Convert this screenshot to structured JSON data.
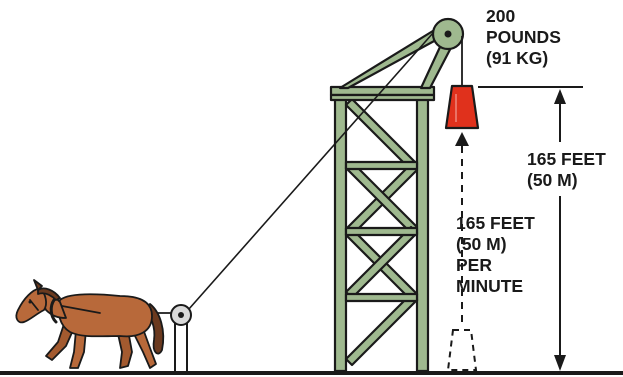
{
  "weight_label": {
    "line1": "200",
    "line2": "POUNDS",
    "line3": "(91 KG)"
  },
  "height_label": {
    "line1": "165 FEET",
    "line2": "(50 M)"
  },
  "rate_label": {
    "line1": "165 FEET",
    "line2": "(50 M)",
    "line3": "PER",
    "line4": "MINUTE"
  },
  "colors": {
    "tower_green": "#9fb98f",
    "outline": "#1a1a1a",
    "weight_red": "#e0311c",
    "horse_brown": "#b8693a",
    "horse_dark": "#6b3a1f",
    "pulley_gray": "#d9d9d9"
  },
  "icons": {
    "horse": "horse-icon",
    "weight": "weight-icon",
    "pulley": "pulley-icon"
  }
}
